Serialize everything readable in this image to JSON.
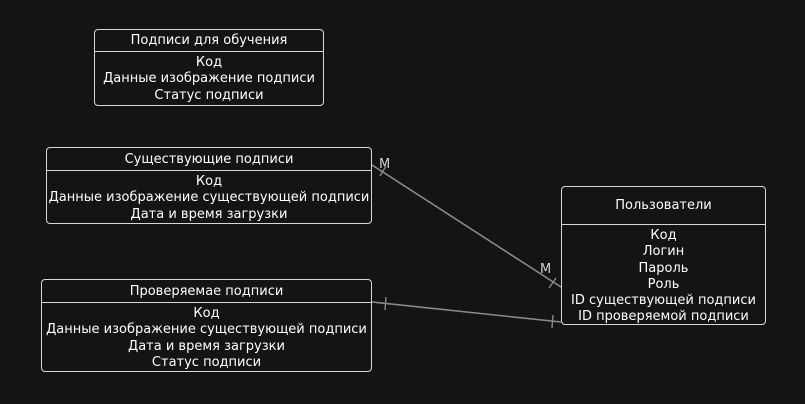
{
  "entities": {
    "training": {
      "title": "Подписи для обучения",
      "fields": [
        "Код",
        "Данные изображение подписи",
        "Статус подписи"
      ]
    },
    "existing": {
      "title": "Существующие подписи",
      "fields": [
        "Код",
        "Данные изображение существующей подписи",
        "Дата и время загрузки"
      ]
    },
    "checked": {
      "title": "Проверяемае подписи",
      "fields": [
        "Код",
        "Данные изображение существующей подписи",
        "Дата и время загрузки",
        "Статус подписи"
      ]
    },
    "users": {
      "title": "Пользователи",
      "fields": [
        "Код",
        "Логин",
        "Пароль",
        "Роль",
        "ID существующей подписи",
        "ID проверяемой подписи"
      ]
    }
  },
  "relations": {
    "existing_users": {
      "source_cardinality": "M",
      "target_cardinality": "M"
    },
    "checked_users": {
      "source_cardinality": "",
      "target_cardinality": ""
    }
  },
  "colors": {
    "background": "#141414",
    "border": "#d8d8d8",
    "text": "#ffffff",
    "connector": "#8a8a8a"
  }
}
